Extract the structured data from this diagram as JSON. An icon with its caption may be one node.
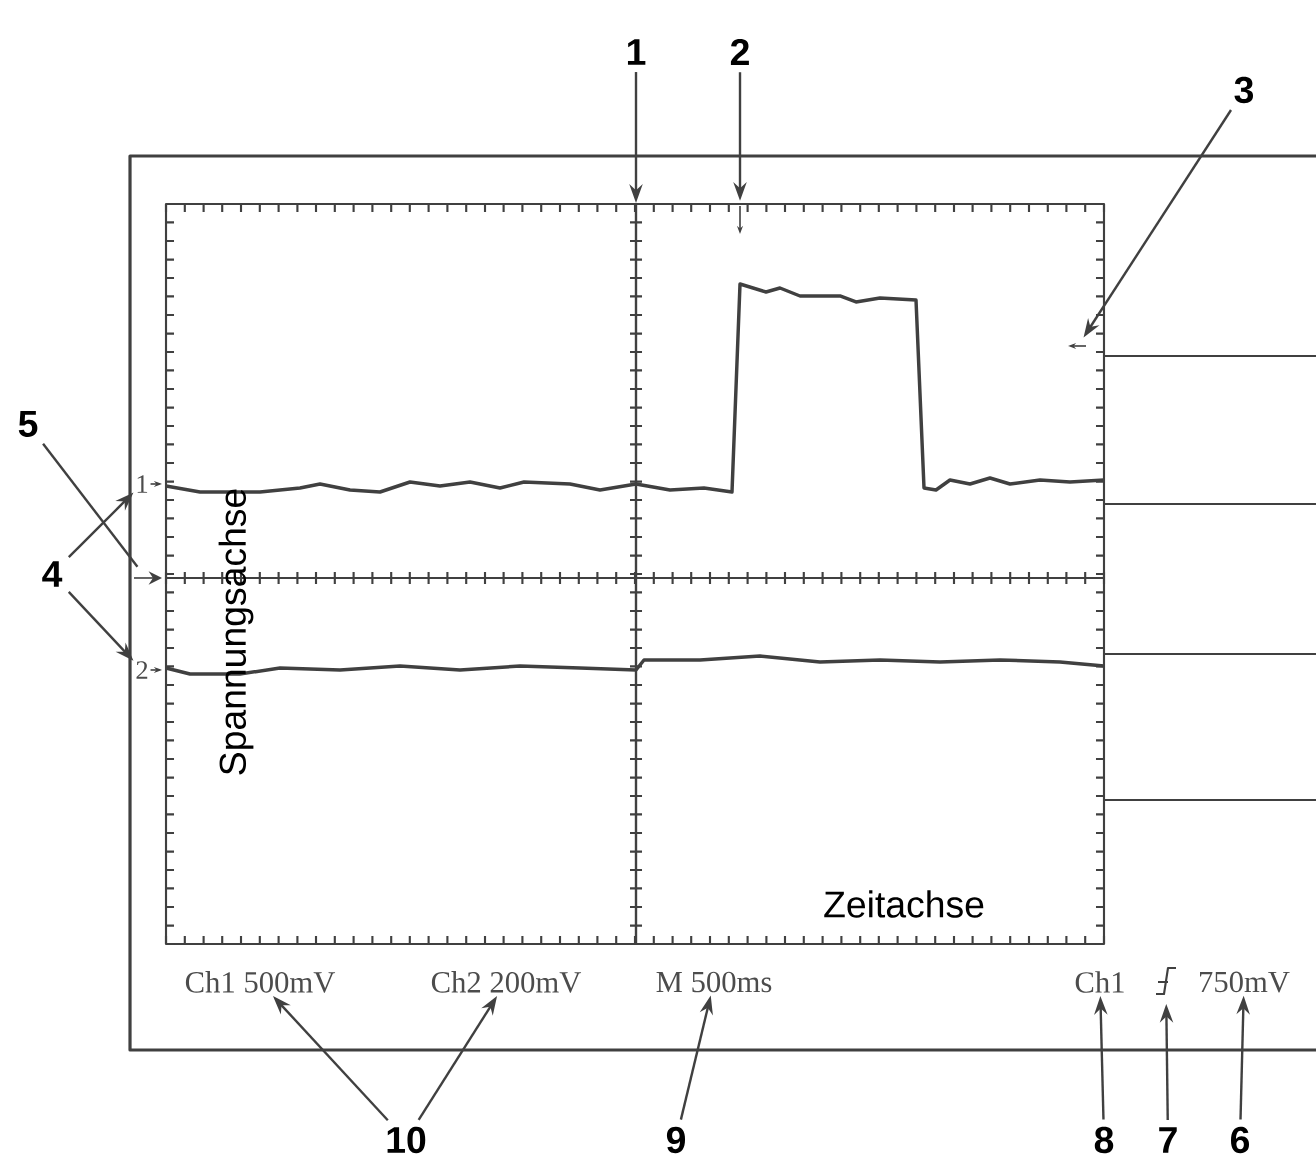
{
  "diagram": {
    "nodes": [
      {
        "text": [
          "1"
        ]
      },
      {
        "text": [
          "2"
        ]
      },
      {
        "text": [
          "3"
        ]
      },
      {
        "text": [
          "4"
        ]
      },
      {
        "text": [
          "5"
        ]
      },
      {
        "text": [
          "6"
        ]
      },
      {
        "text": [
          "7"
        ]
      },
      {
        "text": [
          "8"
        ]
      },
      {
        "text": [
          "9"
        ]
      },
      {
        "text": [
          "10"
        ]
      },
      {
        "text": [],
        "shape": "box"
      },
      {
        "text": [],
        "shape": "line",
        "in": 10
      },
      {
        "text": [],
        "shape": "arrow",
        "in": 10
      },
      {
        "text": [],
        "shape": "arrow",
        "in": 10
      },
      {
        "text": [
          "1"
        ]
      },
      {
        "text": [
          "2"
        ]
      },
      {
        "text": [],
        "shape": "arrow"
      },
      {
        "text": [
          "Ch1 500mV"
        ]
      },
      {
        "text": [
          "Ch2 200mV"
        ]
      },
      {
        "text": [
          "M 500ms"
        ]
      },
      {
        "text": [
          "Ch1"
        ]
      },
      {
        "text": [],
        "shape": "symbol"
      },
      {
        "text": [
          "750mV"
        ]
      }
    ],
    "edges": [
      {
        "from": 0,
        "to": 11,
        "arrow": "to"
      },
      {
        "from": 1,
        "to": 12,
        "arrow": "to"
      },
      {
        "from": 2,
        "to": 13,
        "arrow": "to"
      },
      {
        "from": 3,
        "to": 14,
        "arrow": "to"
      },
      {
        "from": 3,
        "to": 15,
        "arrow": "to"
      },
      {
        "from": 4,
        "to": 16,
        "arrow": "none"
      },
      {
        "from": 9,
        "to": 17,
        "arrow": "to"
      },
      {
        "from": 9,
        "to": 18,
        "arrow": "to"
      },
      {
        "from": 8,
        "to": 19,
        "arrow": "to"
      },
      {
        "from": 7,
        "to": 20,
        "arrow": "to"
      },
      {
        "from": 6,
        "to": 21,
        "arrow": "to"
      },
      {
        "from": 5,
        "to": 22,
        "arrow": "to"
      }
    ],
    "labels": [
      "Spannungsachse",
      "Zeitachse"
    ]
  }
}
